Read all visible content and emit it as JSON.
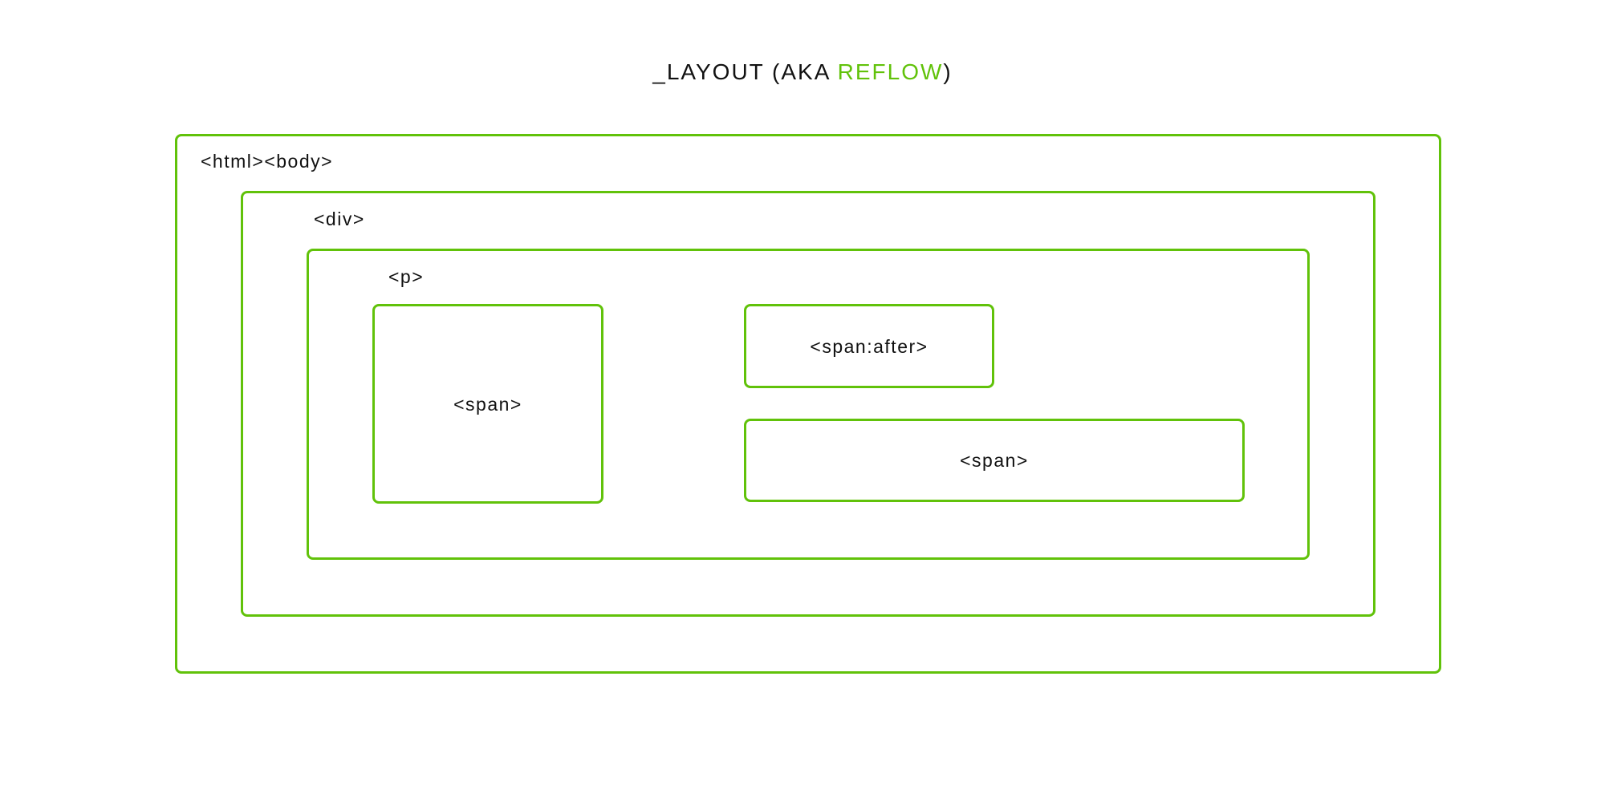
{
  "title": {
    "prefix": "_LAYOUT (AKA ",
    "highlight": "REFLOW",
    "suffix": ")"
  },
  "accent_color": "#61c20a",
  "boxes": {
    "html_body": "<html><body>",
    "div": "<div>",
    "p": "<p>",
    "span_left": "<span>",
    "span_after": "<span:after>",
    "span_right": "<span>"
  }
}
